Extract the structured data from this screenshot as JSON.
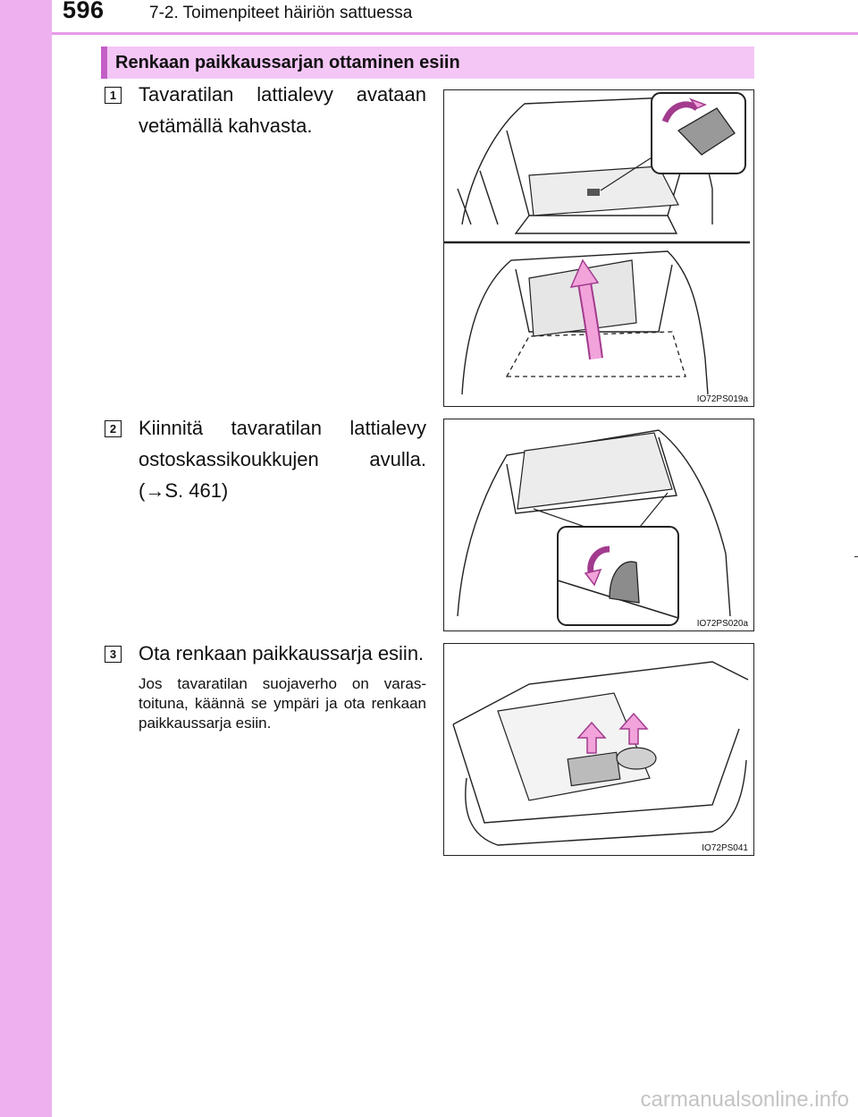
{
  "header": {
    "page_number": "596",
    "chapter_title": "7-2. Toimenpiteet häiriön sattuessa"
  },
  "section": {
    "title": "Renkaan paikkaussarjan ottaminen esiin"
  },
  "steps": [
    {
      "number": "1",
      "text": "Tavaratilan lattialevy avataan vetämällä kahvasta.",
      "figure_code": "IO72PS019a"
    },
    {
      "number": "2",
      "text": "Kiinnitä tavaratilan lattialevy ostoskassikoukkujen avulla. (→S. 461)",
      "figure_code": "IO72PS020a"
    },
    {
      "number": "3",
      "text": "Ota renkaan paikkaussarja esiin.",
      "note": "Jos tavaratilan suojaverho on varas­toituna, käännä se ympäri ja ota renkaan paikkaussarja esiin.",
      "figure_code": "IO72PS041"
    }
  ],
  "footer": {
    "watermark": "carmanualsonline.info"
  },
  "colors": {
    "side_band": "#efb0f0",
    "header_bar": "#f4c6f6",
    "header_marker": "#c35fc6",
    "arrow_fill": "#f2a3da",
    "arrow_stroke": "#a23b8e"
  },
  "icons": {
    "figure_1": "trunk-floor-board-lift-illustration",
    "figure_2": "floor-board-hook-illustration",
    "figure_3": "tire-repair-kit-storage-illustration"
  }
}
